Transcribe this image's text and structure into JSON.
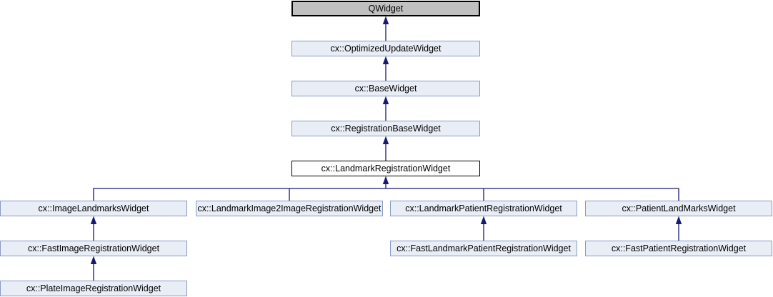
{
  "diagram": {
    "kind": "class-inheritance-graph",
    "colors": {
      "background": "#ffffff",
      "node_fill": "#e9edf6",
      "node_border": "#8a9ac4",
      "root_node_fill": "#c0c0c0",
      "root_node_border": "#000000",
      "current_node_fill": "#ffffff",
      "current_node_border": "#000000",
      "edge": "#191970",
      "text": "#000000"
    },
    "nodes": {
      "qwidget": {
        "label": "QWidget"
      },
      "optimized_update_widget": {
        "label": "cx::OptimizedUpdateWidget"
      },
      "base_widget": {
        "label": "cx::BaseWidget"
      },
      "registration_base_widget": {
        "label": "cx::RegistrationBaseWidget"
      },
      "landmark_registration_widget": {
        "label": "cx::LandmarkRegistrationWidget"
      },
      "image_landmarks_widget": {
        "label": "cx::ImageLandmarksWidget"
      },
      "landmark_image2image_registration_widget": {
        "label": "cx::LandmarkImage2ImageRegistrationWidget"
      },
      "landmark_patient_registration_widget": {
        "label": "cx::LandmarkPatientRegistrationWidget"
      },
      "patient_landmarks_widget": {
        "label": "cx::PatientLandMarksWidget"
      },
      "fast_image_registration_widget": {
        "label": "cx::FastImageRegistrationWidget"
      },
      "fast_landmark_patient_registration_widget": {
        "label": "cx::FastLandmarkPatientRegistrationWidget"
      },
      "fast_patient_registration_widget": {
        "label": "cx::FastPatientRegistrationWidget"
      },
      "plate_image_registration_widget": {
        "label": "cx::PlateImageRegistrationWidget"
      }
    },
    "edges": [
      {
        "derived": "cx::OptimizedUpdateWidget",
        "base": "QWidget"
      },
      {
        "derived": "cx::BaseWidget",
        "base": "cx::OptimizedUpdateWidget"
      },
      {
        "derived": "cx::RegistrationBaseWidget",
        "base": "cx::BaseWidget"
      },
      {
        "derived": "cx::LandmarkRegistrationWidget",
        "base": "cx::RegistrationBaseWidget"
      },
      {
        "derived": "cx::ImageLandmarksWidget",
        "base": "cx::LandmarkRegistrationWidget"
      },
      {
        "derived": "cx::LandmarkImage2ImageRegistrationWidget",
        "base": "cx::LandmarkRegistrationWidget"
      },
      {
        "derived": "cx::LandmarkPatientRegistrationWidget",
        "base": "cx::LandmarkRegistrationWidget"
      },
      {
        "derived": "cx::PatientLandMarksWidget",
        "base": "cx::LandmarkRegistrationWidget"
      },
      {
        "derived": "cx::FastImageRegistrationWidget",
        "base": "cx::ImageLandmarksWidget"
      },
      {
        "derived": "cx::PlateImageRegistrationWidget",
        "base": "cx::FastImageRegistrationWidget"
      },
      {
        "derived": "cx::FastLandmarkPatientRegistrationWidget",
        "base": "cx::LandmarkPatientRegistrationWidget"
      },
      {
        "derived": "cx::FastPatientRegistrationWidget",
        "base": "cx::PatientLandMarksWidget"
      }
    ]
  }
}
